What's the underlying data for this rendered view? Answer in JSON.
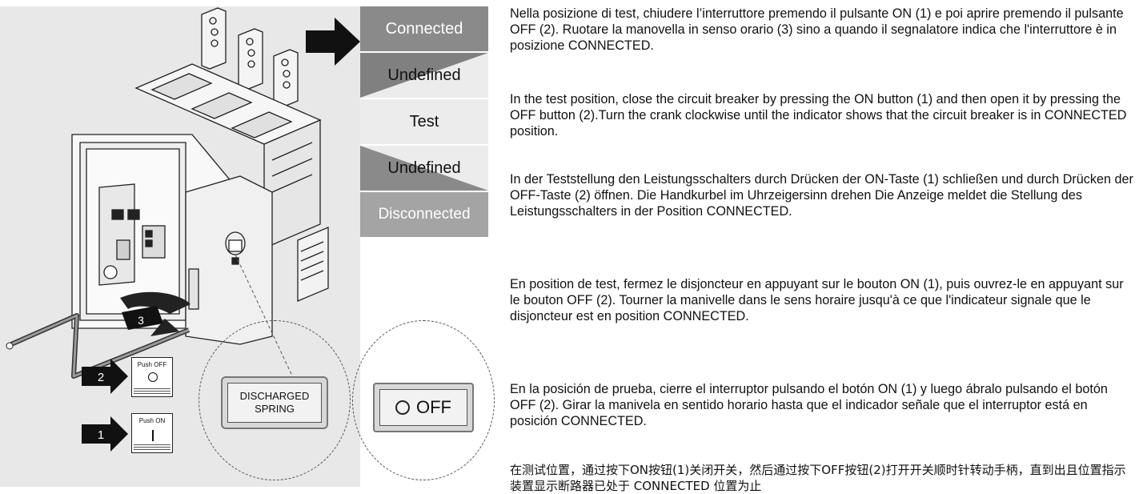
{
  "indicator": {
    "connected": "Connected",
    "undefined_upper": "Undefined",
    "test": "Test",
    "undefined_lower": "Undefined",
    "disconnected": "Disconnected"
  },
  "callouts": {
    "crank_step": "3",
    "off_step": "2",
    "on_step": "1",
    "push_off_label": "Push OFF",
    "push_on_label": "Push ON"
  },
  "detail": {
    "discharged_spring": "DISCHARGED SPRING",
    "off_label": "OFF"
  },
  "instructions": {
    "it": "Nella posizione di test, chiudere l’interruttore premendo il pulsante ON (1) e poi aprire premendo il pulsante OFF (2). Ruotare la manovella in senso orario (3) sino a quando il segnalatore indica che l'interruttore è in posizione CONNECTED.",
    "en": "In the test position, close the circuit breaker by pressing the ON button (1) and then open it by pressing the OFF button (2).Turn the crank clockwise until the indicator shows that the circuit breaker is in CONNECTED position.",
    "de": "In der Teststellung den Leistungsschalters durch Drücken der ON-Taste (1) schließen und durch Drücken der OFF-Taste (2) öffnen. Die Handkurbel im Uhrzeigersinn drehen Die Anzeige meldet die Stellung des Leistungsschalters in der Position CONNECTED.",
    "fr": "En position de test, fermez le disjoncteur en appuyant sur le bouton ON (1), puis ouvrez-le en appuyant sur le bouton OFF (2). Tourner la manivelle dans le sens horaire jusqu'à ce que l'indicateur signale que le disjoncteur est en position CONNECTED.",
    "es": "En la posición de prueba, cierre el interruptor pulsando el botón ON (1) y luego ábralo pulsando el botón OFF (2). Girar la manivela en sentido horario hasta que el indicador señale que el interruptor está en posición CONNECTED.",
    "zh": "在测试位置，通过按下ON按钮(1)关闭开关，然后通过按下OFF按钮(2)打开开关顺时针转动手柄，直到出且位置指示装置显示断路器已处于 CONNECTED 位置为止"
  }
}
